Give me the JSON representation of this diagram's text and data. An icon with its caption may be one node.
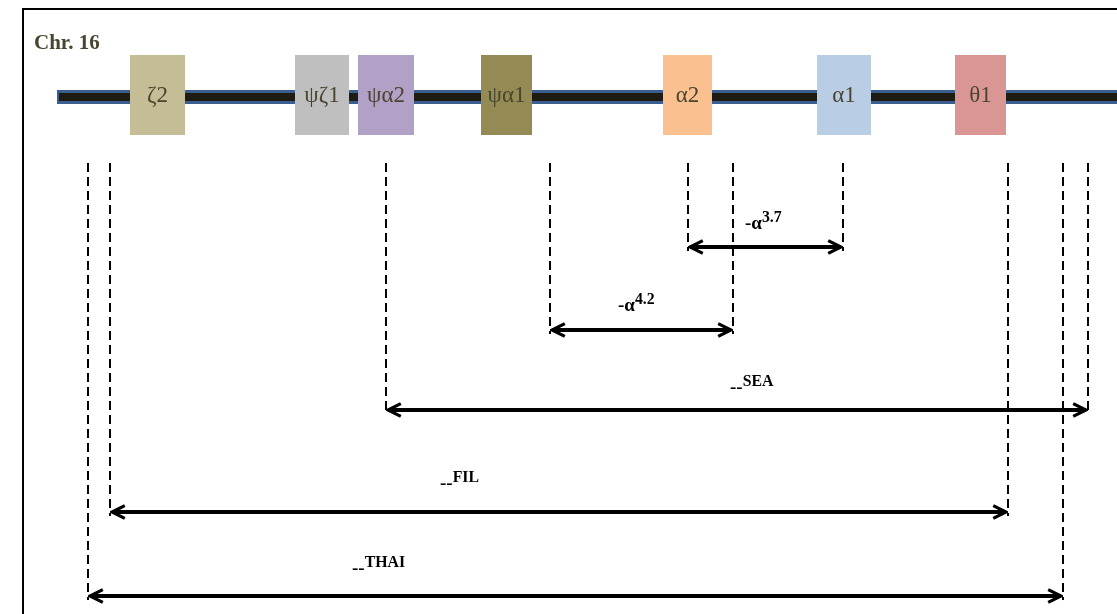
{
  "diagram": {
    "nodes": [
      {
        "text": [
          "ζ2"
        ]
      },
      {
        "text": [
          "ψζ1"
        ]
      },
      {
        "text": [
          "ψα2"
        ]
      },
      {
        "text": [
          "ψα1"
        ]
      },
      {
        "text": [
          "α2"
        ]
      },
      {
        "text": [
          "α1"
        ]
      },
      {
        "text": [
          "θ1"
        ]
      }
    ],
    "labels": [
      "Chr. 16",
      "-α$^{3.7}$",
      "-α$^{4.2}$",
      "--$^{SEA}$",
      "--$^{FIL}$",
      "--$^{THAI}$"
    ]
  }
}
